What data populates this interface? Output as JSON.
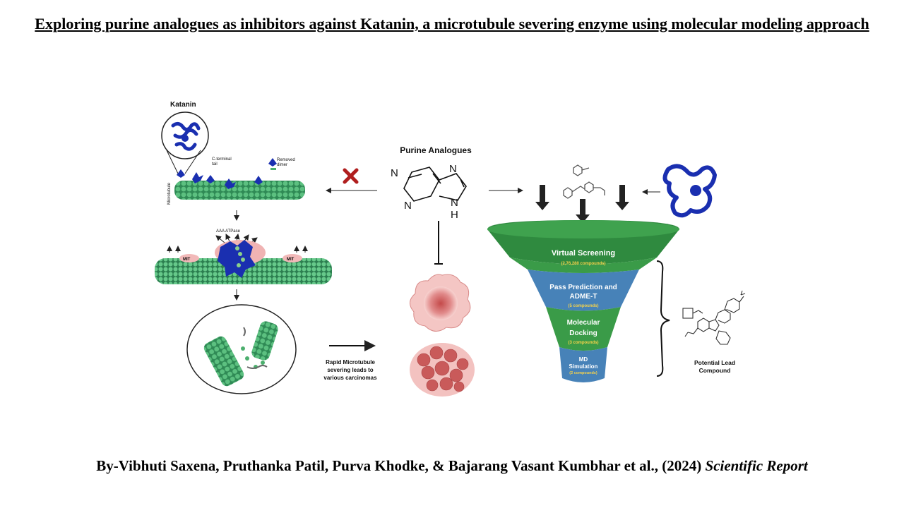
{
  "title": "Exploring purine analogues as inhibitors against Katanin, a microtubule severing enzyme using molecular modeling approach",
  "byline": {
    "authors": "By-Vibhuti Saxena, Pruthanka Patil, Purva Khodke, & Bajarang Vasant Kumbhar et al., (2024)",
    "journal": "Scientific Report"
  },
  "left_panel": {
    "katanin": "Katanin",
    "c_terminal_1": "C-terminal",
    "c_terminal_2": "tail",
    "removed_1": "Removed",
    "removed_2": "dimer",
    "microtubule": "Microtubule",
    "aaa_atpase": "AAA ATPase",
    "mit": "MIT",
    "severing_1": "Rapid Microtubule",
    "severing_2": "severing leads to",
    "severing_3": "various carcinomas"
  },
  "center": {
    "purine_label": "Purine Analogues",
    "atom_n": "N",
    "atom_nh": "N",
    "atom_h": "H"
  },
  "funnel": {
    "stages": [
      {
        "line1": "Virtual Screening",
        "line2": "",
        "count": "(2,76,280 compounds)",
        "color": "#3a9b48"
      },
      {
        "line1": "Pass Prediction and",
        "line2": "ADME-T",
        "count": "(5 compounds)",
        "color": "#4782b8"
      },
      {
        "line1": "Molecular",
        "line2": "Docking",
        "count": "(3 compounds)",
        "color": "#3a9b48"
      },
      {
        "line1": "MD",
        "line2": "Simulation",
        "count": "(2 compounds)",
        "color": "#4782b8"
      }
    ],
    "lead_1": "Potential Lead",
    "lead_2": "Compound"
  },
  "colors": {
    "microtubule_green": "#4caf6e",
    "katanin_blue": "#1a2fb0",
    "cross_red": "#b01e1e",
    "funnel_green": "#3a9b48",
    "funnel_blue": "#4782b8",
    "cancer_pink": "#e79a9a"
  }
}
